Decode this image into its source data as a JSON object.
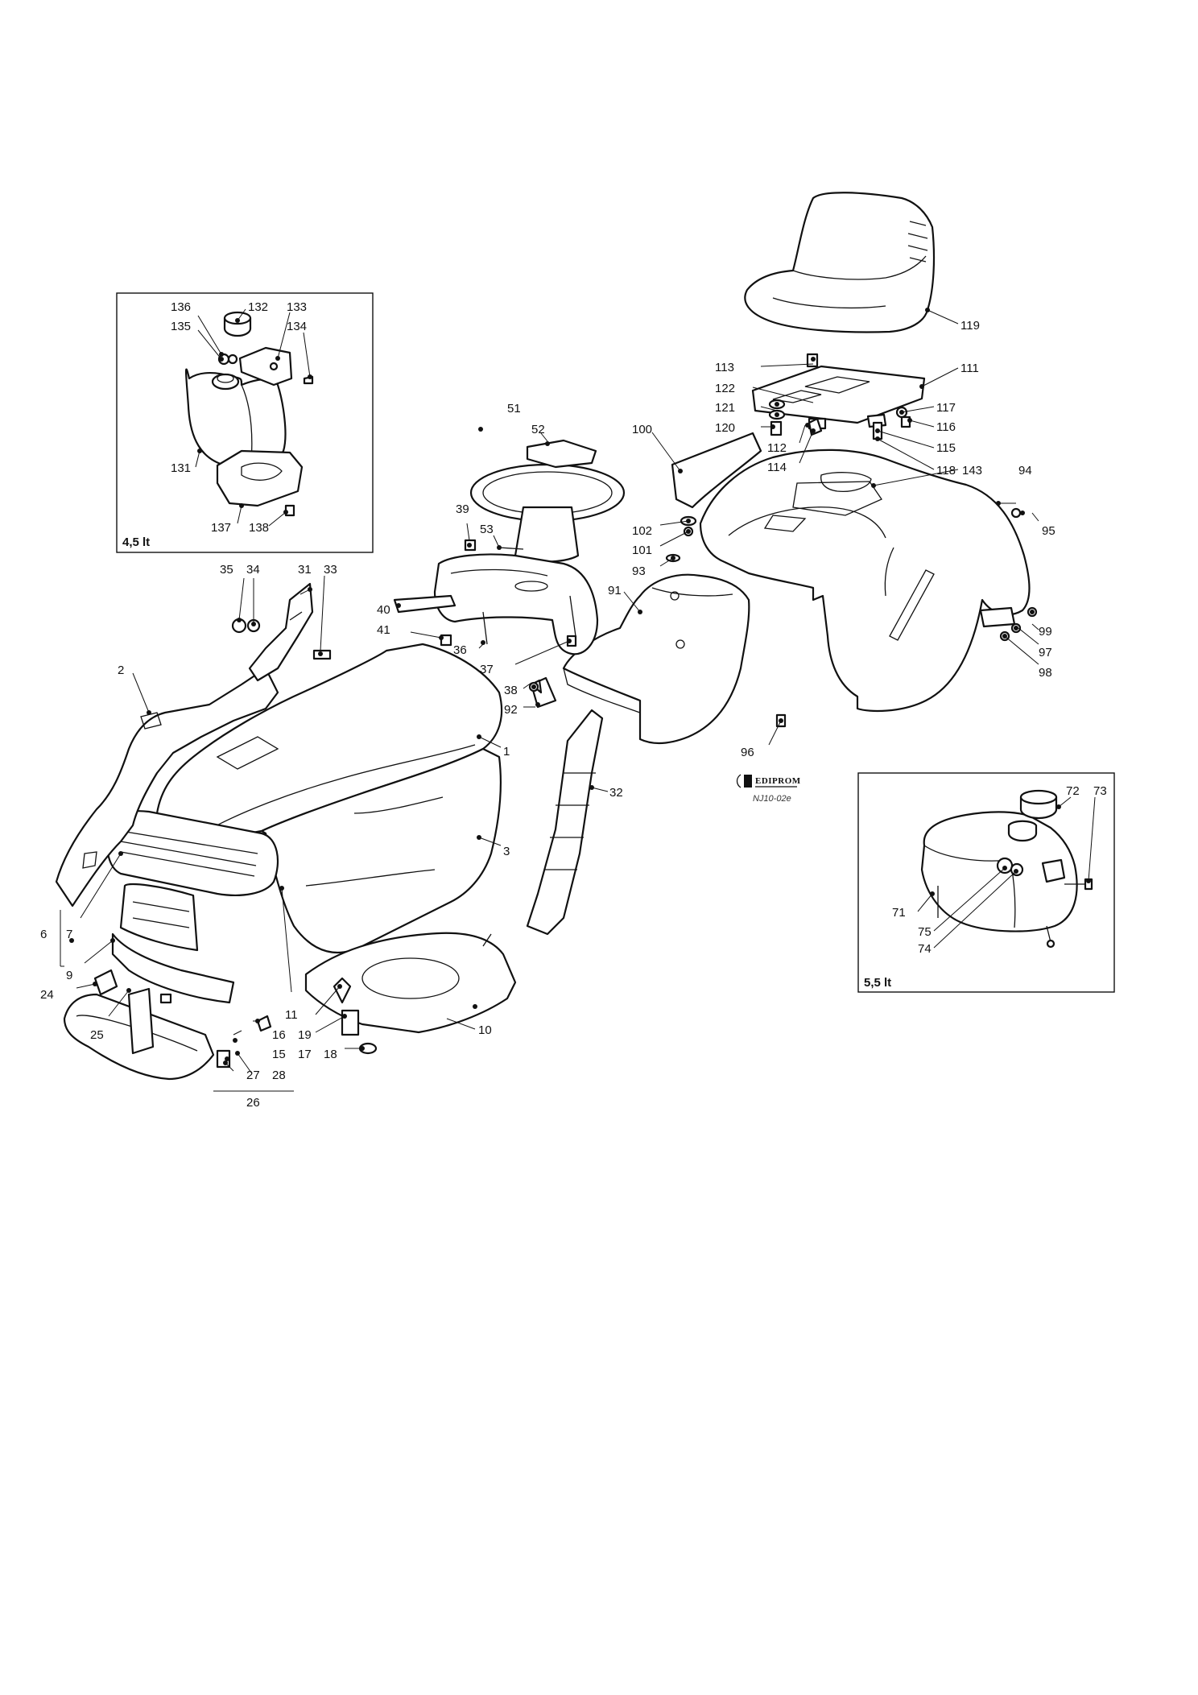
{
  "diagram": {
    "inset_boxes": [
      {
        "id": "tank-4-5",
        "caption": "4,5 lt"
      },
      {
        "id": "tank-5-5",
        "caption": "5,5 lt"
      }
    ],
    "logo_text": "EDIPROM",
    "drawing_code": "NJ10-02e",
    "labels": {
      "l1": "1",
      "l2": "2",
      "l3": "3",
      "l6": "6",
      "l7": "7",
      "l9": "9",
      "l10": "10",
      "l11": "11",
      "l15": "15",
      "l16": "16",
      "l17": "17",
      "l18": "18",
      "l19": "19",
      "l24": "24",
      "l25": "25",
      "l26": "26",
      "l27": "27",
      "l28": "28",
      "l31": "31",
      "l32": "32",
      "l33": "33",
      "l34": "34",
      "l35": "35",
      "l36": "36",
      "l37": "37",
      "l38": "38",
      "l39": "39",
      "l40": "40",
      "l41": "41",
      "l51": "51",
      "l52": "52",
      "l53": "53",
      "l71": "71",
      "l72": "72",
      "l73": "73",
      "l74": "74",
      "l75": "75",
      "l91": "91",
      "l92": "92",
      "l93": "93",
      "l94": "94",
      "l95": "95",
      "l96": "96",
      "l97": "97",
      "l98": "98",
      "l99": "99",
      "l100": "100",
      "l101": "101",
      "l102": "102",
      "l111": "111",
      "l112": "112",
      "l113": "113",
      "l114": "114",
      "l115": "115",
      "l116": "116",
      "l117": "117",
      "l118": "118",
      "l119": "119",
      "l120": "120",
      "l121": "121",
      "l122": "122",
      "l131": "131",
      "l132": "132",
      "l133": "133",
      "l134": "134",
      "l135": "135",
      "l136": "136",
      "l137": "137",
      "l138": "138",
      "l143": "143"
    }
  }
}
